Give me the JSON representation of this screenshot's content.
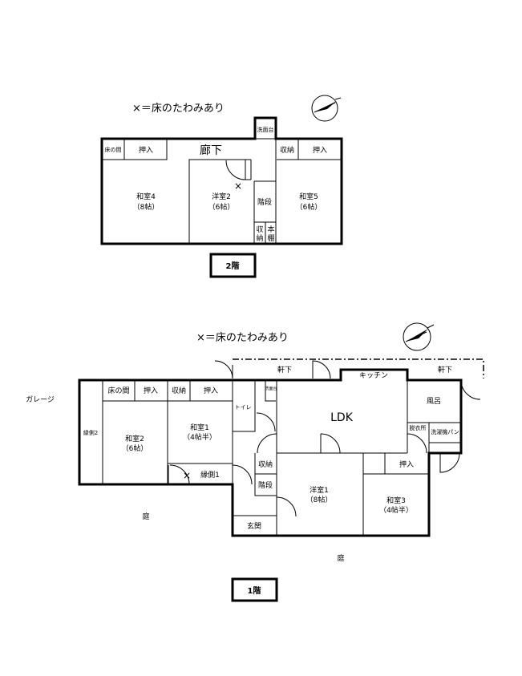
{
  "legend": "×＝床のたわみあり",
  "mark": "×",
  "floor2": {
    "label": "2階",
    "rooms": {
      "tokonoma": "床の間",
      "oshiire_a": "押入",
      "corridor": "廊下",
      "senmendai": "洗面台",
      "shuno_a": "収納",
      "oshiire_b": "押入",
      "washitsu4": "和室4",
      "washitsu4_size": "（8帖）",
      "yoshitsu2": "洋室2",
      "yoshitsu2_size": "（6帖）",
      "kaidan": "階段",
      "shuno_b1": "収",
      "shuno_b2": "納",
      "hondana1": "本",
      "hondana2": "棚",
      "washitsu5": "和室5",
      "washitsu5_size": "（6帖）"
    }
  },
  "floor1": {
    "label": "1階",
    "garage": "ガレージ",
    "garden_a": "庭",
    "garden_b": "庭",
    "rooms": {
      "engawa2": "縁側2",
      "tokonoma": "床の間",
      "oshiire_a": "押入",
      "shuno_a": "収納",
      "oshiire_b": "押入",
      "washitsu2": "和室2",
      "washitsu2_size": "（6帖）",
      "washitsu1": "和室1",
      "washitsu1_size": "（4帖半）",
      "engawa1": "縁側1",
      "toilet": "トイレ",
      "senmendai": "洗面台",
      "nokishita_a": "軒下",
      "nokishita_b": "軒下",
      "kitchen": "キッチン",
      "ldk": "LDK",
      "furo": "風呂",
      "datsuijo": "脱衣所",
      "sentakuki": "洗濯機パン",
      "shuno_b": "収納",
      "kaidan": "階段",
      "genkan": "玄関",
      "yoshitsu1": "洋室1",
      "yoshitsu1_size": "（8帖）",
      "oshiire_c": "押入",
      "washitsu3": "和室3",
      "washitsu3_size": "（4帖半）"
    }
  }
}
